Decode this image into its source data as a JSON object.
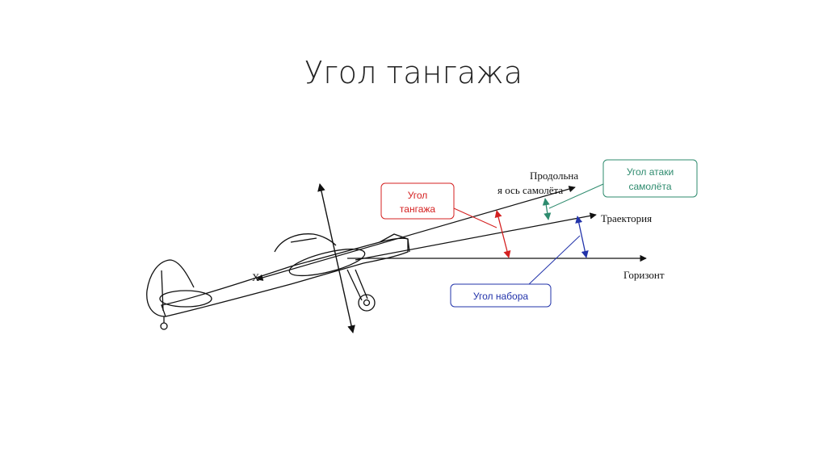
{
  "slide": {
    "title": "Угол тангажа"
  },
  "diagram": {
    "labels": {
      "longitudinal_axis_line1": "Продольна",
      "longitudinal_axis_line2": "я ось самолёта",
      "trajectory": "Траектория",
      "horizon": "Горизонт",
      "aircraft_axis_x": "X"
    },
    "callouts": {
      "pitch_angle": {
        "line1": "Угол",
        "line2": "тангажа",
        "color": "#d42020"
      },
      "attack_angle": {
        "line1": "Угол атаки",
        "line2": "самолёта",
        "color": "#2e8b6e"
      },
      "climb_angle": {
        "line1": "Угол набора",
        "color": "#2233aa"
      }
    }
  }
}
